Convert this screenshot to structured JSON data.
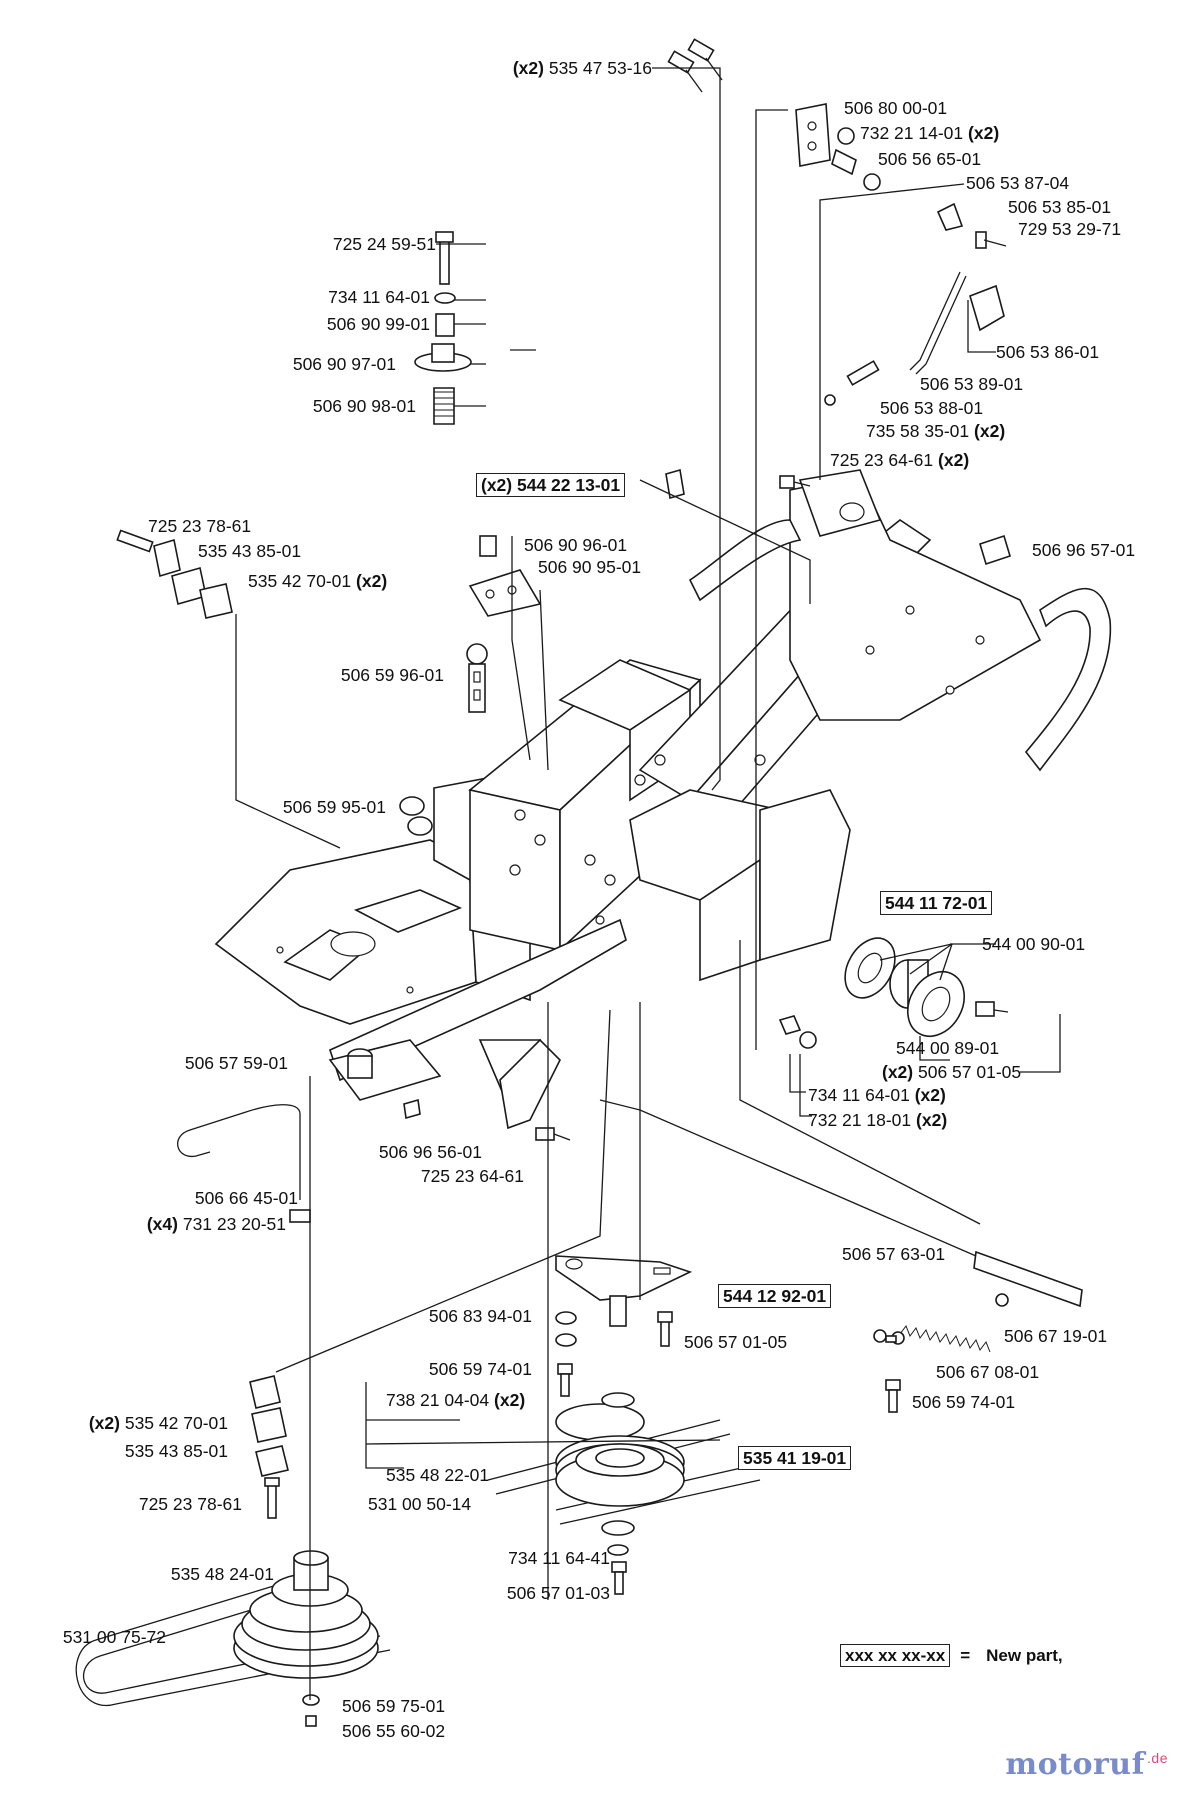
{
  "labels": [
    {
      "id": "l01",
      "qty": "(x2)",
      "code": "535 47 53-16",
      "qty_after": false,
      "boxed": false
    },
    {
      "id": "l02",
      "qty": "",
      "code": "506 80 00-01",
      "boxed": false
    },
    {
      "id": "l03",
      "qty": "(x2)",
      "code": "732 21 14-01",
      "qty_after": true,
      "boxed": false
    },
    {
      "id": "l04",
      "qty": "",
      "code": "506 56 65-01",
      "boxed": false
    },
    {
      "id": "l05",
      "qty": "",
      "code": "506 53 87-04",
      "boxed": false
    },
    {
      "id": "l06",
      "qty": "",
      "code": "506 53 85-01",
      "boxed": false
    },
    {
      "id": "l07",
      "qty": "",
      "code": "729 53 29-71",
      "boxed": false
    },
    {
      "id": "l08",
      "qty": "",
      "code": "506 53 86-01",
      "boxed": false
    },
    {
      "id": "l09",
      "qty": "",
      "code": "506 53 89-01",
      "boxed": false
    },
    {
      "id": "l10",
      "qty": "",
      "code": "506 53 88-01",
      "boxed": false
    },
    {
      "id": "l11",
      "qty": "(x2)",
      "code": "735 58 35-01",
      "qty_after": true,
      "boxed": false
    },
    {
      "id": "l12",
      "qty": "(x2)",
      "code": "725 23 64-61",
      "qty_after": true,
      "boxed": false
    },
    {
      "id": "l13",
      "qty": "",
      "code": "506 96 57-01",
      "boxed": false
    },
    {
      "id": "l14",
      "qty": "",
      "code": "725 24 59-51",
      "boxed": false
    },
    {
      "id": "l15",
      "qty": "",
      "code": "734 11 64-01",
      "boxed": false
    },
    {
      "id": "l16",
      "qty": "",
      "code": "506 90 99-01",
      "boxed": false
    },
    {
      "id": "l17",
      "qty": "",
      "code": "506 90 97-01",
      "boxed": false
    },
    {
      "id": "l18",
      "qty": "",
      "code": "506 90 98-01",
      "boxed": false
    },
    {
      "id": "l19",
      "qty": "(x2)",
      "code": "544 22 13-01",
      "qty_after": false,
      "boxed": true
    },
    {
      "id": "l20",
      "qty": "",
      "code": "725 23 78-61",
      "boxed": false
    },
    {
      "id": "l21",
      "qty": "",
      "code": "535 43 85-01",
      "boxed": false
    },
    {
      "id": "l22",
      "qty": "(x2)",
      "code": "535 42 70-01",
      "qty_after": true,
      "boxed": false
    },
    {
      "id": "l23",
      "qty": "",
      "code": "506 90 96-01",
      "boxed": false
    },
    {
      "id": "l24",
      "qty": "",
      "code": "506 90 95-01",
      "boxed": false
    },
    {
      "id": "l25",
      "qty": "",
      "code": "506 59 96-01",
      "boxed": false
    },
    {
      "id": "l26",
      "qty": "",
      "code": "506 59 95-01",
      "boxed": false
    },
    {
      "id": "l27",
      "qty": "",
      "code": "544 11 72-01",
      "boxed": true
    },
    {
      "id": "l28",
      "qty": "",
      "code": "544 00 90-01",
      "boxed": false
    },
    {
      "id": "l29",
      "qty": "",
      "code": "544 00 89-01",
      "boxed": false
    },
    {
      "id": "l30",
      "qty": "(x2)",
      "code": "506 57 01-05",
      "qty_after": false,
      "boxed": false
    },
    {
      "id": "l31",
      "qty": "(x2)",
      "code": "734 11 64-01",
      "qty_after": true,
      "boxed": false
    },
    {
      "id": "l32",
      "qty": "(x2)",
      "code": "732 21 18-01",
      "qty_after": true,
      "boxed": false
    },
    {
      "id": "l33",
      "qty": "",
      "code": "506 57 59-01",
      "boxed": false
    },
    {
      "id": "l34",
      "qty": "",
      "code": "506 96 56-01",
      "boxed": false
    },
    {
      "id": "l35",
      "qty": "",
      "code": "725 23 64-61",
      "boxed": false
    },
    {
      "id": "l36",
      "qty": "",
      "code": "506 66 45-01",
      "boxed": false
    },
    {
      "id": "l37",
      "qty": "(x4)",
      "code": "731 23 20-51",
      "qty_after": false,
      "boxed": false
    },
    {
      "id": "l38",
      "qty": "",
      "code": "506 57 63-01",
      "boxed": false
    },
    {
      "id": "l39",
      "qty": "",
      "code": "544 12 92-01",
      "boxed": true
    },
    {
      "id": "l40",
      "qty": "",
      "code": "506 83 94-01",
      "boxed": false
    },
    {
      "id": "l41",
      "qty": "",
      "code": "506 57 01-05",
      "boxed": false
    },
    {
      "id": "l42",
      "qty": "",
      "code": "506 67 19-01",
      "boxed": false
    },
    {
      "id": "l43",
      "qty": "",
      "code": "506 59 74-01",
      "boxed": false
    },
    {
      "id": "l44",
      "qty": "",
      "code": "506 67 08-01",
      "boxed": false
    },
    {
      "id": "l45",
      "qty": "(x2)",
      "code": "738 21 04-04",
      "qty_after": true,
      "boxed": false
    },
    {
      "id": "l46",
      "qty": "",
      "code": "506 59 74-01",
      "boxed": false
    },
    {
      "id": "l47",
      "qty": "(x2)",
      "code": "535 42 70-01",
      "qty_after": false,
      "boxed": false
    },
    {
      "id": "l48",
      "qty": "",
      "code": "535 43 85-01",
      "boxed": false
    },
    {
      "id": "l49",
      "qty": "",
      "code": "535 48 22-01",
      "boxed": false
    },
    {
      "id": "l50",
      "qty": "",
      "code": "535 41 19-01",
      "boxed": true
    },
    {
      "id": "l51",
      "qty": "",
      "code": "725 23 78-61",
      "boxed": false
    },
    {
      "id": "l52",
      "qty": "",
      "code": "531 00 50-14",
      "boxed": false
    },
    {
      "id": "l53",
      "qty": "",
      "code": "734 11 64-41",
      "boxed": false
    },
    {
      "id": "l54",
      "qty": "",
      "code": "535 48 24-01",
      "boxed": false
    },
    {
      "id": "l55",
      "qty": "",
      "code": "506 57 01-03",
      "boxed": false
    },
    {
      "id": "l56",
      "qty": "",
      "code": "531 00 75-72",
      "boxed": false
    },
    {
      "id": "l57",
      "qty": "",
      "code": "506 59 75-01",
      "boxed": false
    },
    {
      "id": "l58",
      "qty": "",
      "code": "506 55 60-02",
      "boxed": false
    }
  ],
  "legend": {
    "code": "xxx xx xx-xx",
    "equals": "=",
    "text": "New part,"
  },
  "watermark": {
    "brand": "motoruf",
    "tld": ".de"
  }
}
